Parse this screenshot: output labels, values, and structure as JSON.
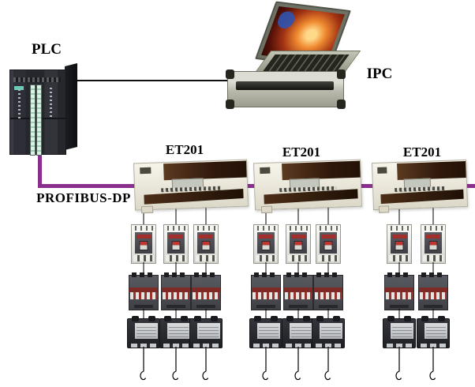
{
  "diagram": {
    "background_color": "#ffffff",
    "bus_color": "#8B2F8F",
    "line_color": "#111111",
    "plc_label": "PLC",
    "ipc_label": "IPC",
    "bus_label": "PROFIBUS-DP",
    "groups": [
      {
        "label": "ET201",
        "branches": 3
      },
      {
        "label": "ET201",
        "branches": 3
      },
      {
        "label": "ET201",
        "branches": 2
      }
    ],
    "branch_components": [
      "circuit-breaker",
      "contactor",
      "thermal-overload-relay",
      "motor-wire-hook"
    ]
  }
}
